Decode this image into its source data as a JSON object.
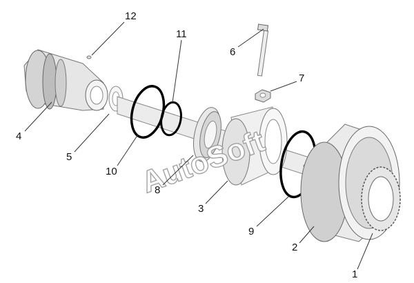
{
  "watermark": "AutoSoft",
  "callouts": [
    "1",
    "2",
    "3",
    "4",
    "5",
    "6",
    "7",
    "8",
    "9",
    "10",
    "11",
    "12"
  ],
  "colors": {
    "part_fill": "#f2f2f2",
    "part_shade": "#c9c9c9",
    "part_dark": "#8c8c8c",
    "ring": "#000000"
  }
}
